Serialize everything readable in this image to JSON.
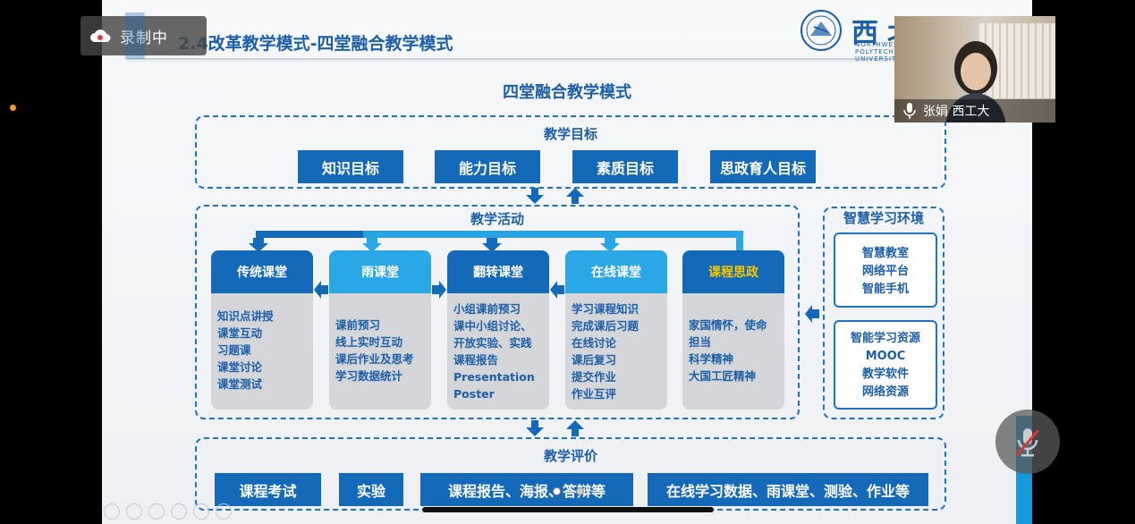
{
  "recording": {
    "label": "录制中"
  },
  "slide": {
    "title": "2.4改革教学模式-四堂融合教学模式",
    "logo_cn": "西北工业大学",
    "logo_en": "NORTHWESTERN POLYTECHNICAL UNIVERSITY"
  },
  "diagram": {
    "title": "四堂融合教学模式",
    "goals": {
      "label": "教学目标",
      "items": [
        "知识目标",
        "能力目标",
        "素质目标",
        "思政育人目标"
      ]
    },
    "activities": {
      "label": "教学活动",
      "columns": [
        {
          "title": "传统课堂",
          "items": [
            "知识点讲授",
            "课堂互动",
            "习题课",
            "课堂讨论",
            "课堂测试"
          ]
        },
        {
          "title": "雨课堂",
          "items": [
            "课前预习",
            "线上实时互动",
            "课后作业及思考",
            "学习数据统计"
          ]
        },
        {
          "title": "翻转课堂",
          "items": [
            "小组课前预习",
            "课中小组讨论、",
            "开放实验、实践",
            "课程报告",
            "Presentation",
            "Poster"
          ]
        },
        {
          "title": "在线课堂",
          "items": [
            "学习课程知识",
            "完成课后习题",
            "在线讨论",
            "课后复习",
            "提交作业",
            "作业互评"
          ]
        },
        {
          "title": "课程思政",
          "items": [
            "家国情怀，使命",
            "担当",
            "科学精神",
            "大国工匠精神"
          ]
        }
      ]
    },
    "environment": {
      "label": "智慧学习环境",
      "group1": [
        "智慧教室",
        "网络平台",
        "智能手机"
      ],
      "group2": [
        "智能学习资源",
        "MOOC",
        "教学软件",
        "网络资源"
      ]
    },
    "evaluation": {
      "label": "教学评价",
      "items": [
        "课程考试",
        "实验",
        "课程报告、海报、答辩等",
        "在线学习数据、雨课堂、测验、作业等"
      ]
    }
  },
  "video": {
    "participant_name": "张娟  西工大"
  },
  "colors": {
    "primary": "#1469b8",
    "light": "#2aa8e6",
    "gold": "#f6c600",
    "text": "#1b5fa8"
  }
}
